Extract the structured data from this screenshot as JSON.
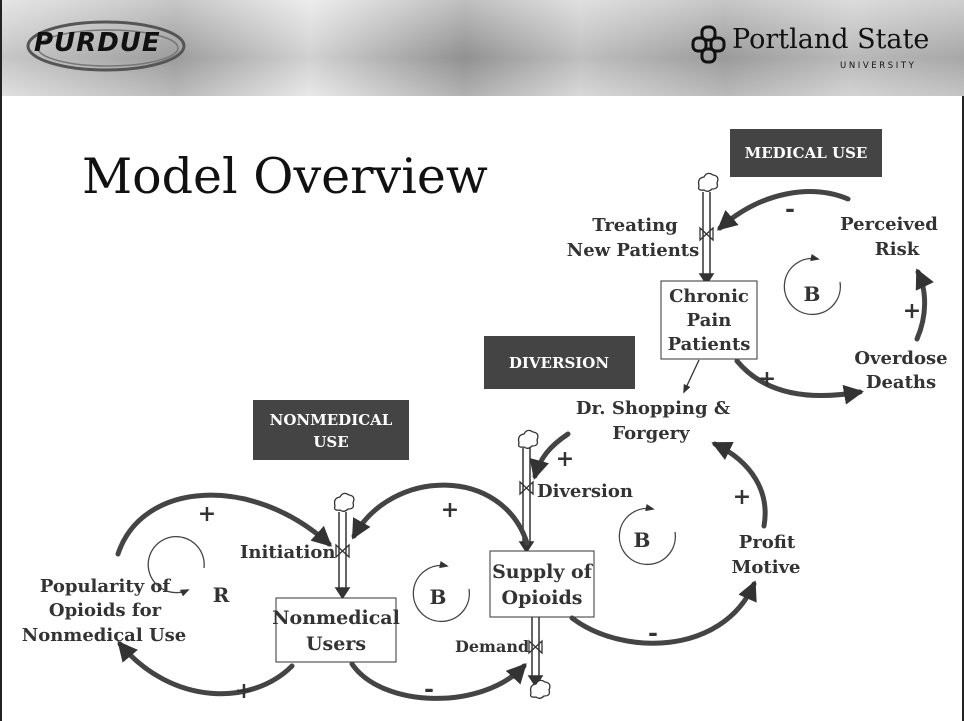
{
  "header": {
    "left_logo_text": "PURDUE",
    "right_logo_name": "Portland State",
    "right_logo_sub": "UNIVERSITY"
  },
  "title": "Model Overview",
  "sections": {
    "medical": "MEDICAL USE",
    "diversion": "DIVERSION",
    "nonmedical_line1": "NONMEDICAL",
    "nonmedical_line2": "USE"
  },
  "stocks": {
    "chronic_1": "Chronic",
    "chronic_2": "Pain",
    "chronic_3": "Patients",
    "supply_1": "Supply of",
    "supply_2": "Opioids",
    "users_1": "Nonmedical",
    "users_2": "Users"
  },
  "flows": {
    "treating_1": "Treating",
    "treating_2": "New Patients",
    "diversion": "Diversion",
    "initiation": "Initiation",
    "demand": "Demand"
  },
  "variables": {
    "risk_1": "Perceived",
    "risk_2": "Risk",
    "deaths_1": "Overdose",
    "deaths_2": "Deaths",
    "shopping_1": "Dr. Shopping &",
    "shopping_2": "Forgery",
    "profit_1": "Profit",
    "profit_2": "Motive",
    "popularity_1": "Popularity of",
    "popularity_2": "Opioids for",
    "popularity_3": "Nonmedical Use"
  },
  "loops": {
    "medical": "B",
    "diversion": "B",
    "supply": "B",
    "popularity": "R"
  },
  "polarities": {
    "risk_to_treating": "-",
    "deaths_to_risk": "+",
    "patients_to_deaths": "+",
    "shopping_to_diversion": "+",
    "profit_to_shopping": "+",
    "supply_to_profit": "-",
    "popularity_to_initiation": "+",
    "supply_to_initiation": "+",
    "users_to_popularity": "+",
    "users_to_demand": "-"
  },
  "colors": {
    "ink": "#333333",
    "tag_fill": "#444444",
    "tag_text": "#ffffff"
  }
}
